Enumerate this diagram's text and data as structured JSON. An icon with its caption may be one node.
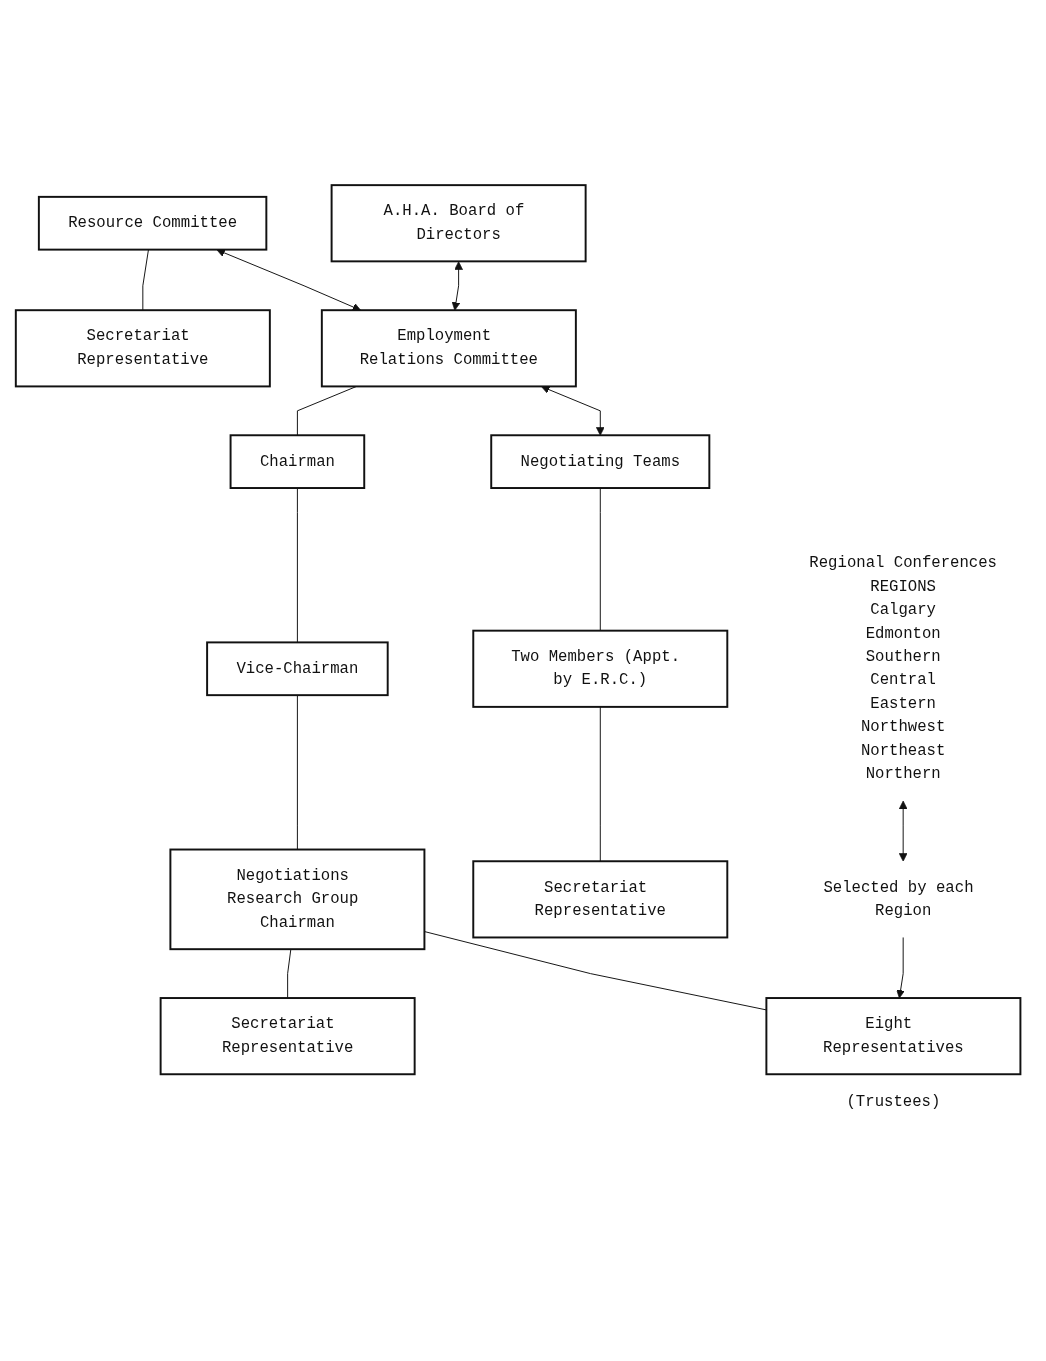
{
  "diagram": {
    "nodes": [
      {
        "text": [
          "A.H.A. Board of Directors"
        ]
      },
      {
        "text": [
          "Resource Committee"
        ]
      },
      {
        "text": [
          "Employment Relations Committee"
        ]
      },
      {
        "text": [
          "Negotiating Teams"
        ]
      },
      {
        "text": [
          "Secretariat Representative"
        ]
      },
      {
        "text": [
          "Chairman"
        ]
      },
      {
        "text": [
          "Two Members (Appt. by E.R.C.)"
        ]
      },
      {
        "text": [
          "Vice-Chairman"
        ]
      },
      {
        "text": [
          "Secretariat Representative"
        ]
      },
      {
        "text": [
          "Negotiations Research Group Chairman"
        ]
      },
      {
        "text": [
          "Eight Representatives"
        ],
        "beside": [
          "(Trustees)"
        ]
      },
      {
        "text": [
          "Secretariat Representative"
        ]
      },
      {
        "text": [
          "Regional Conferences",
          "REGIONS",
          "Calgary",
          "Edmonton",
          "Southern",
          "Central",
          "Eastern",
          "Northwest",
          "Northeast",
          "Northern"
        ]
      },
      {
        "text": [
          "Selected by each Region"
        ]
      }
    ],
    "edges": [
      {
        "from": 0,
        "to": 2,
        "arrow": "both"
      },
      {
        "from": 1,
        "to": 2,
        "arrow": "both"
      },
      {
        "from": 2,
        "to": 3,
        "arrow": "both"
      },
      {
        "from": 1,
        "to": 4,
        "arrow": "none"
      },
      {
        "from": 2,
        "to": 5,
        "arrow": "none"
      },
      {
        "from": 3,
        "to": 6,
        "arrow": "none"
      },
      {
        "from": 5,
        "to": 7,
        "arrow": "none"
      },
      {
        "from": 6,
        "to": 8,
        "arrow": "none"
      },
      {
        "from": 7,
        "to": 9,
        "arrow": "none"
      },
      {
        "from": 9,
        "to": 10,
        "arrow": "none"
      },
      {
        "from": 9,
        "to": 11,
        "arrow": "none"
      },
      {
        "from": 12,
        "to": 13,
        "arrow": "both"
      },
      {
        "from": 13,
        "to": 10,
        "arrow": "to"
      }
    ]
  }
}
